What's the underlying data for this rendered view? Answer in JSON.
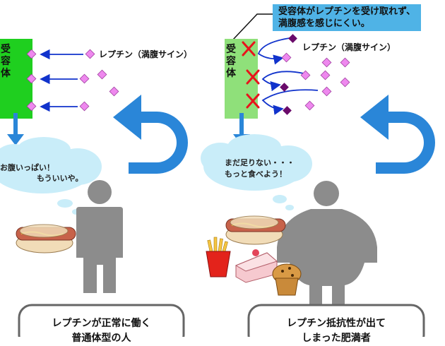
{
  "left_panel": {
    "receptor_label": [
      "受",
      "容",
      "体"
    ],
    "leptin_label": "レプチン（満腹サイン）",
    "thought_lines": [
      "お腹いっぱい！",
      "もういいや。"
    ],
    "caption_lines": [
      "レプチンが正常に働く",
      "普通体型の人"
    ]
  },
  "right_panel": {
    "receptor_label": [
      "受",
      "容",
      "体"
    ],
    "leptin_label": "レプチン（満腹サイン）",
    "note_lines": [
      "受容体がレプチンを受け取れず、",
      "満腹感を感じにくい。"
    ],
    "thought_lines": [
      "まだ足りない・・・",
      "もっと食べよう！"
    ],
    "caption_lines": [
      "レプチン抵抗性が出て",
      "しまった肥満者"
    ]
  },
  "colors": {
    "receptor_healthy": "#1fcf1f",
    "receptor_resistant": "#8fe07a",
    "leptin_marker": "#ee88ee",
    "blocked_marker": "#6a0a6a",
    "arrow": "#1133cc",
    "blocked_x": "#e8141b",
    "cycle_arrow": "#2a86d8",
    "cloud": "#c9edf9",
    "note_bg": "#4fb3e6",
    "person": "#8c8c8c"
  },
  "icons": [
    "down-arrow-icon",
    "cycle-arrow-icon",
    "thought-cloud-icon",
    "person-icon",
    "hotdog-icon",
    "fries-icon",
    "cake-icon",
    "muffin-icon",
    "cross-mark-icon"
  ]
}
